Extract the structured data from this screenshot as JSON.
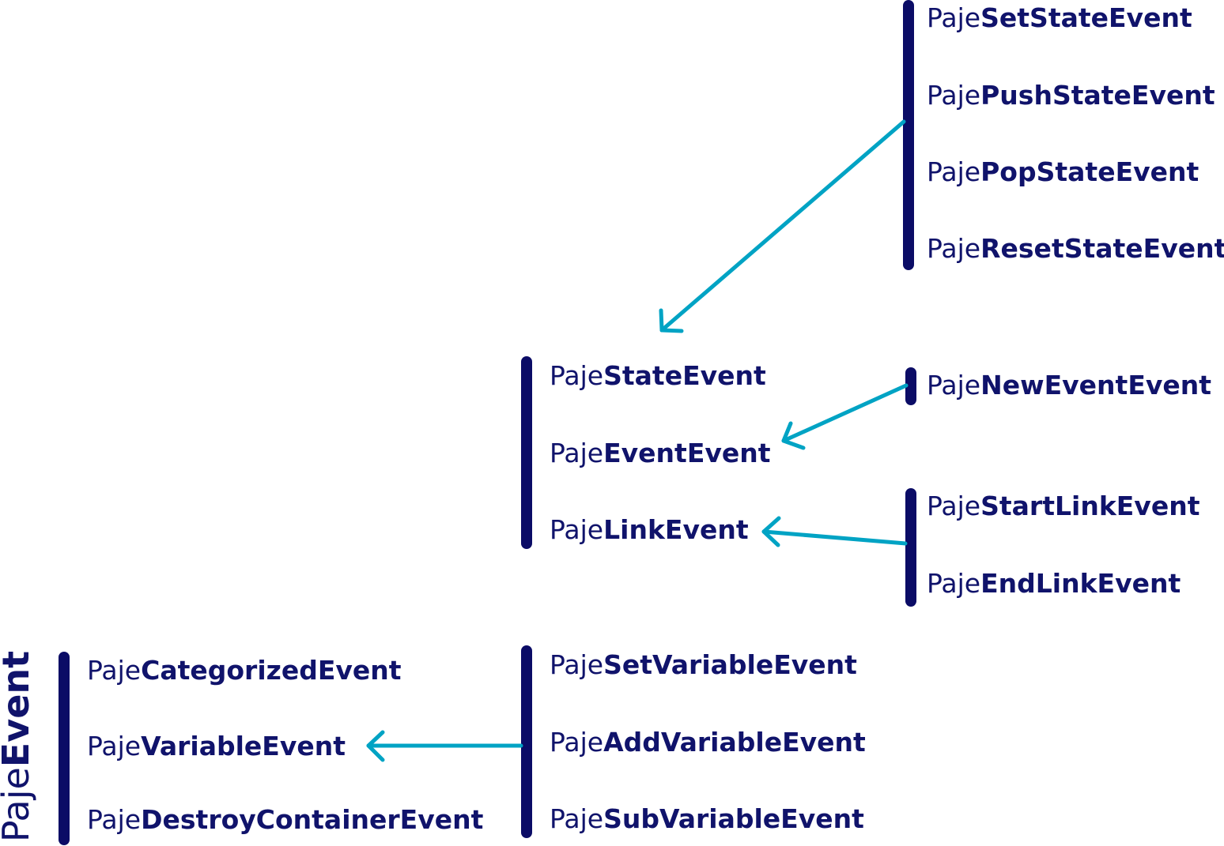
{
  "colors": {
    "node": "#10136b",
    "bar": "#0b0c66",
    "arrow": "#00a3c4"
  },
  "root": {
    "prefix": "Paje",
    "name": "Event"
  },
  "groups": {
    "level1": [
      {
        "prefix": "Paje",
        "name": "CategorizedEvent"
      },
      {
        "prefix": "Paje",
        "name": "VariableEvent"
      },
      {
        "prefix": "Paje",
        "name": "DestroyContainerEvent"
      }
    ],
    "variable_children": [
      {
        "prefix": "Paje",
        "name": "SetVariableEvent"
      },
      {
        "prefix": "Paje",
        "name": "AddVariableEvent"
      },
      {
        "prefix": "Paje",
        "name": "SubVariableEvent"
      }
    ],
    "categorized_children": [
      {
        "prefix": "Paje",
        "name": "StateEvent"
      },
      {
        "prefix": "Paje",
        "name": "EventEvent"
      },
      {
        "prefix": "Paje",
        "name": "LinkEvent"
      }
    ],
    "state_children": [
      {
        "prefix": "Paje",
        "name": "SetStateEvent"
      },
      {
        "prefix": "Paje",
        "name": "PushStateEvent"
      },
      {
        "prefix": "Paje",
        "name": "PopStateEvent"
      },
      {
        "prefix": "Paje",
        "name": "ResetStateEvent"
      }
    ],
    "event_children": [
      {
        "prefix": "Paje",
        "name": "NewEventEvent"
      }
    ],
    "link_children": [
      {
        "prefix": "Paje",
        "name": "StartLinkEvent"
      },
      {
        "prefix": "Paje",
        "name": "EndLinkEvent"
      }
    ]
  },
  "edges": [
    {
      "from": "state_children",
      "to": "StateEvent"
    },
    {
      "from": "event_children",
      "to": "EventEvent"
    },
    {
      "from": "link_children",
      "to": "LinkEvent"
    },
    {
      "from": "variable_children",
      "to": "VariableEvent"
    }
  ]
}
